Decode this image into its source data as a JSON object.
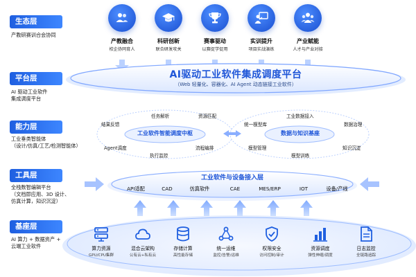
{
  "layers": [
    {
      "tag": "生态层",
      "desc": "产教研赛训合会协同"
    },
    {
      "tag": "平台层",
      "desc_lines": [
        "AI 驱动工业软件",
        "集成调度平台"
      ]
    },
    {
      "tag": "能力层",
      "desc_lines": [
        "工业垂类智能体",
        "（设计/仿真/工艺/检测智能体）"
      ]
    },
    {
      "tag": "工具层",
      "desc_lines": [
        "全栈数智编辑平台",
        "（文档即应用、3D 设计、",
        "仿真计算，知识沉淀）"
      ]
    },
    {
      "tag": "基座层",
      "desc_lines": [
        "AI 算力 + 数据资产 +",
        "云端工业软件"
      ]
    }
  ],
  "ecosystem": [
    {
      "name": "产教融合",
      "sub": "校企协同育人",
      "icon": "people-icon"
    },
    {
      "name": "科研创新",
      "sub": "联合研发攻关",
      "icon": "graduation-cap-icon"
    },
    {
      "name": "赛事驱动",
      "sub": "以赛促学促用",
      "icon": "trophy-icon"
    },
    {
      "name": "实训提升",
      "sub": "项目实战演练",
      "icon": "teacher-board-icon"
    },
    {
      "name": "产业赋能",
      "sub": "人才与产业对接",
      "icon": "group-icon"
    }
  ],
  "platform": {
    "title": "AI驱动工业软件集成调度平台",
    "subtitle": "（Web 轻量化、容器化、AI Agent 动态链接工业软件）"
  },
  "capability": {
    "left_hub": "工业软件智能调度中枢",
    "left_items": [
      "任务解析",
      "资源匹配",
      "结果反馈",
      "流程编排",
      "Agent调度",
      "执行监控"
    ],
    "right_hub": "数据与知识基座",
    "right_items": [
      "工业数据接入",
      "统一模型库",
      "数据治理",
      "模型管理",
      "知识沉淀",
      "模型训练"
    ]
  },
  "tools": {
    "title": "工业软件与设备接入层",
    "items": [
      "API适配",
      "CAD",
      "仿真软件",
      "CAE",
      "MES/ERP",
      "IOT",
      "设备/产线"
    ]
  },
  "base": [
    {
      "name": "算力资源",
      "sub": "GPU/CPU集群",
      "icon": "server-icon"
    },
    {
      "name": "混合云架构",
      "sub": "公有云+私有云",
      "icon": "cloud-icon"
    },
    {
      "name": "存储计算",
      "sub": "高性能存储",
      "icon": "database-icon"
    },
    {
      "name": "统一运维",
      "sub": "监控/告警/运维",
      "icon": "network-icon"
    },
    {
      "name": "权限安全",
      "sub": "访问控制/审计",
      "icon": "shield-icon"
    },
    {
      "name": "资源调度",
      "sub": "弹性伸缩/调度",
      "icon": "bar-chart-icon"
    },
    {
      "name": "日志监控",
      "sub": "全链路追踪",
      "icon": "document-icon"
    }
  ],
  "colors": {
    "primary": "#1f5fe0",
    "accent": "#2f7bff",
    "text": "#111111"
  }
}
